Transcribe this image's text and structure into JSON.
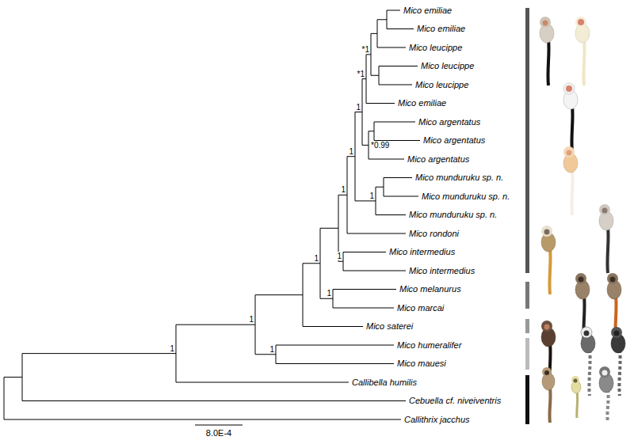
{
  "diagram": {
    "labels": [
      "Mico emiliae",
      "Mico emiliae",
      "Mico leucippe",
      "Mico leucippe",
      "Mico leucippe",
      "Mico emiliae",
      "Mico argentatus",
      "Mico argentatus",
      "Mico argentatus",
      "Mico munduruku sp. n.",
      "Mico munduruku sp. n.",
      "Mico munduruku sp. n.",
      "Mico rondoni",
      "Mico intermedius",
      "Mico intermedius",
      "Mico melanurus",
      "Mico marcai",
      "Mico saterei",
      "Mico humeralifer",
      "Mico mauesi",
      "Callibella humilis",
      "Cebuella cf. niveiventris",
      "Callithrix jacchus",
      "*1",
      "*1",
      "1",
      "*0.99",
      "1",
      "1",
      "1",
      "1",
      "1",
      "1",
      "1",
      "1",
      "1",
      "8.0E-4"
    ]
  }
}
